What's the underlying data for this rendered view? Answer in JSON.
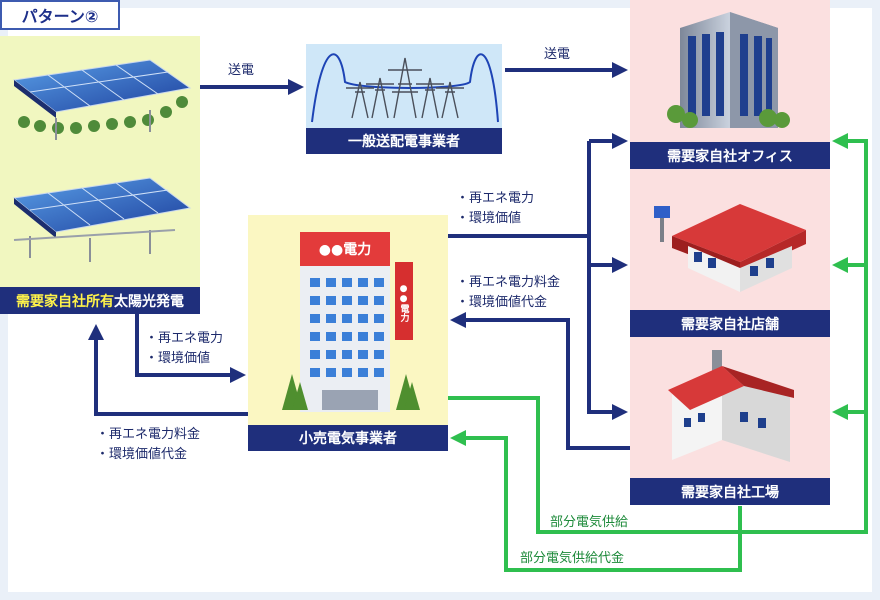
{
  "title": "パターン②",
  "labels": {
    "solar_highlight": "需要家自社所有",
    "solar_rest": "太陽光発電",
    "grid": "一般送配電事業者",
    "retailer": "小売電気事業者",
    "office": "需要家自社オフィス",
    "store": "需要家自社店舗",
    "factory": "需要家自社工場"
  },
  "retailer_sign": "●●電力",
  "retailer_side_sign": "●●電力",
  "notes": {
    "solar_to_grid": "送電",
    "grid_to_office": "送電",
    "retail_out_1": "・再エネ電力",
    "retail_out_2": "・環境価値",
    "retail_in_1": "・再エネ電力料金",
    "retail_in_2": "・環境価値代金",
    "solar_to_retail_1": "・再エネ電力",
    "solar_to_retail_2": "・環境価値",
    "retail_to_solar_1": "・再エネ電力料金",
    "retail_to_solar_2": "・環境価値代金",
    "partial_supply": "部分電気供給",
    "partial_payment": "部分電気供給代金"
  },
  "colors": {
    "navy": "#1f2f7c",
    "green": "#2fbf4f",
    "solar_bg": "#f1f7c0",
    "retailer_bg": "#fbf7c2",
    "consumer_bg": "#fbe0e0"
  }
}
